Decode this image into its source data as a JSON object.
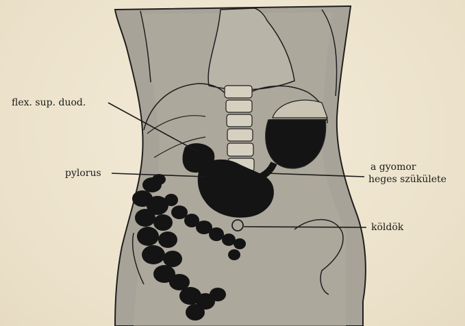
{
  "labels": {
    "flex_sup_duod": "flex. sup. duod.",
    "pylorus": "pylorus",
    "gyomor_line1": "a gyomor",
    "gyomor_line2": "heges szükülete",
    "koldok": "köldök"
  },
  "colors": {
    "paper": "#efe6d2",
    "body_fill": "#a9a49a",
    "organ_dark": "#141414",
    "outline": "#1e1e1e"
  }
}
